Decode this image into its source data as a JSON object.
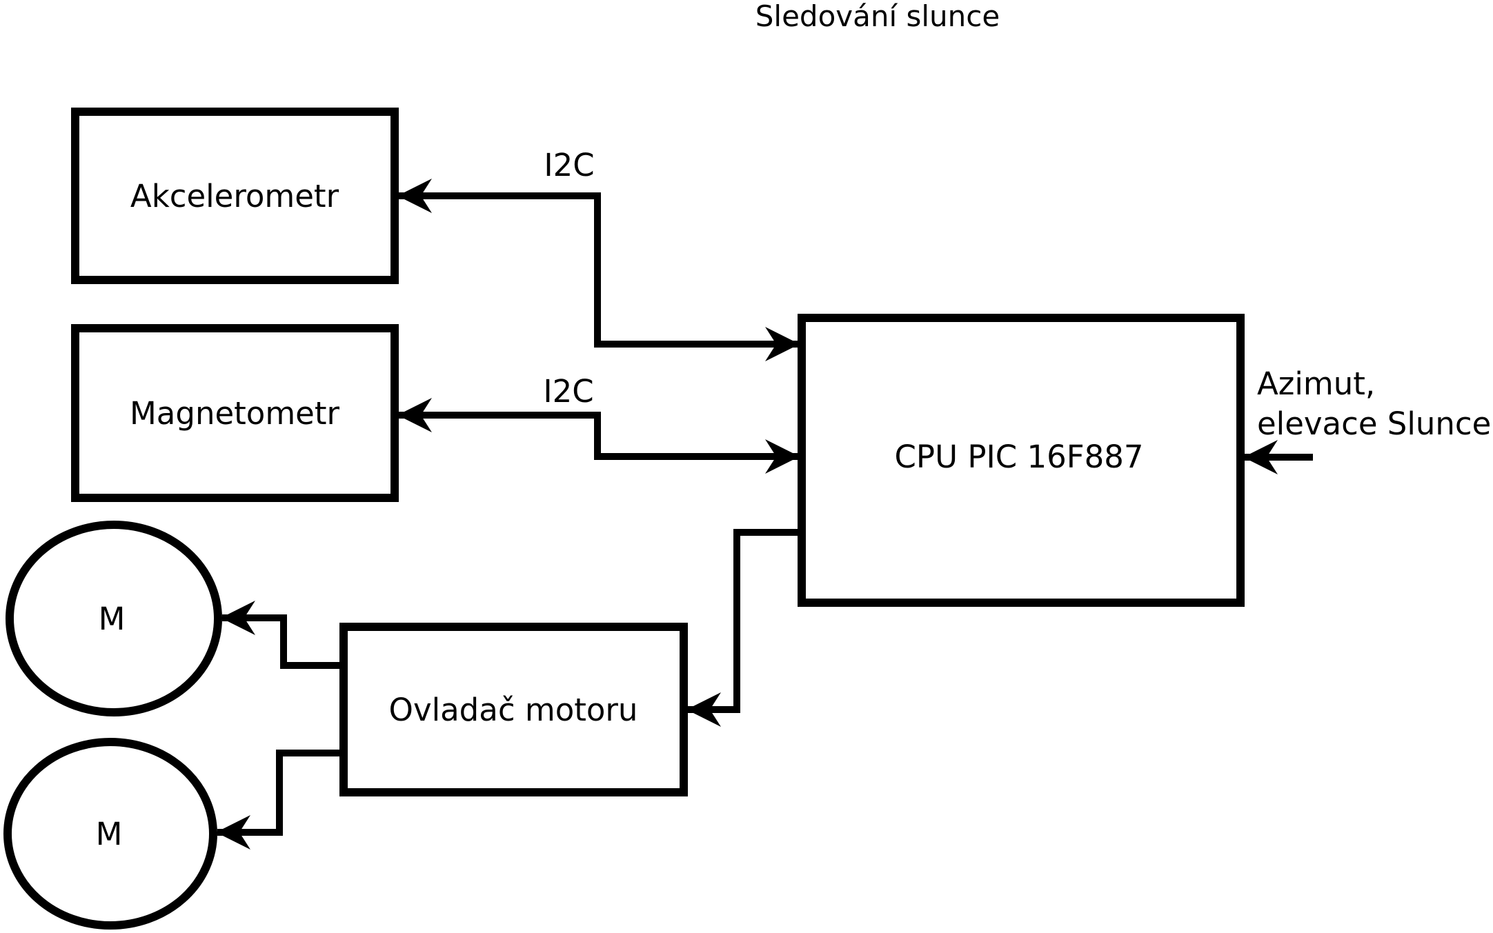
{
  "title": "Sledování slunce",
  "blocks": {
    "akcelerometr": {
      "label": "Akcelerometr"
    },
    "magnetometr": {
      "label": "Magnetometr"
    },
    "cpu": {
      "label": "CPU PIC 16F887"
    },
    "motor_driver": {
      "label": "Ovladač motoru"
    },
    "motor1": {
      "label": "M"
    },
    "motor2": {
      "label": "M"
    }
  },
  "connections": {
    "i2c_akcelerometr_label": "I2C",
    "i2c_magnetometr_label": "I2C"
  },
  "external_input": {
    "line1": "Azimut,",
    "line2": "elevace Slunce"
  },
  "colors": {
    "stroke": "#000000",
    "background": "#ffffff"
  }
}
